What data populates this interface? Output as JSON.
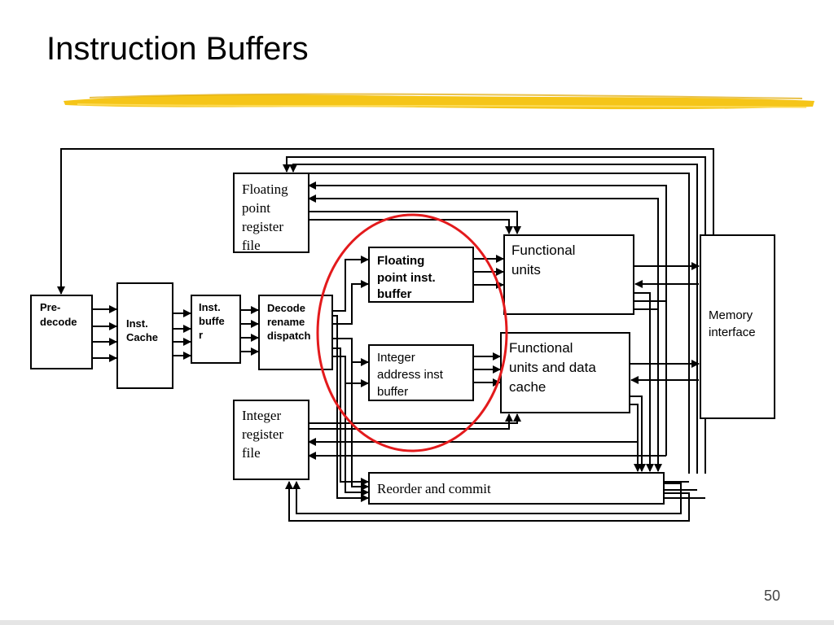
{
  "slide": {
    "title": "Instruction Buffers",
    "page_number": "50",
    "accent_color": "#f5c518",
    "highlight_color": "#e31a1c"
  },
  "diagram": {
    "fp_register_file": [
      "Floating",
      "point",
      "register",
      "file"
    ],
    "functional_units": [
      "Functional",
      "units"
    ],
    "fp_inst_buffer": [
      "Floating",
      "point inst.",
      "buffer"
    ],
    "memory_interface": [
      "Memory",
      "interface"
    ],
    "pre_decode": [
      "Pre-",
      "decode"
    ],
    "inst_cache": [
      "Inst.",
      "Cache"
    ],
    "inst_buffer": [
      "Inst.",
      "buffe",
      "r"
    ],
    "decode_rename": [
      "Decode",
      "rename",
      "dispatch"
    ],
    "functional_units_data_cache": [
      "Functional",
      "units and data",
      "cache"
    ],
    "integer_address_inst_buffer": [
      "Integer",
      "address inst",
      "buffer"
    ],
    "integer_register_file": [
      "Integer",
      "register",
      "file"
    ],
    "reorder_commit": "Reorder and commit"
  }
}
